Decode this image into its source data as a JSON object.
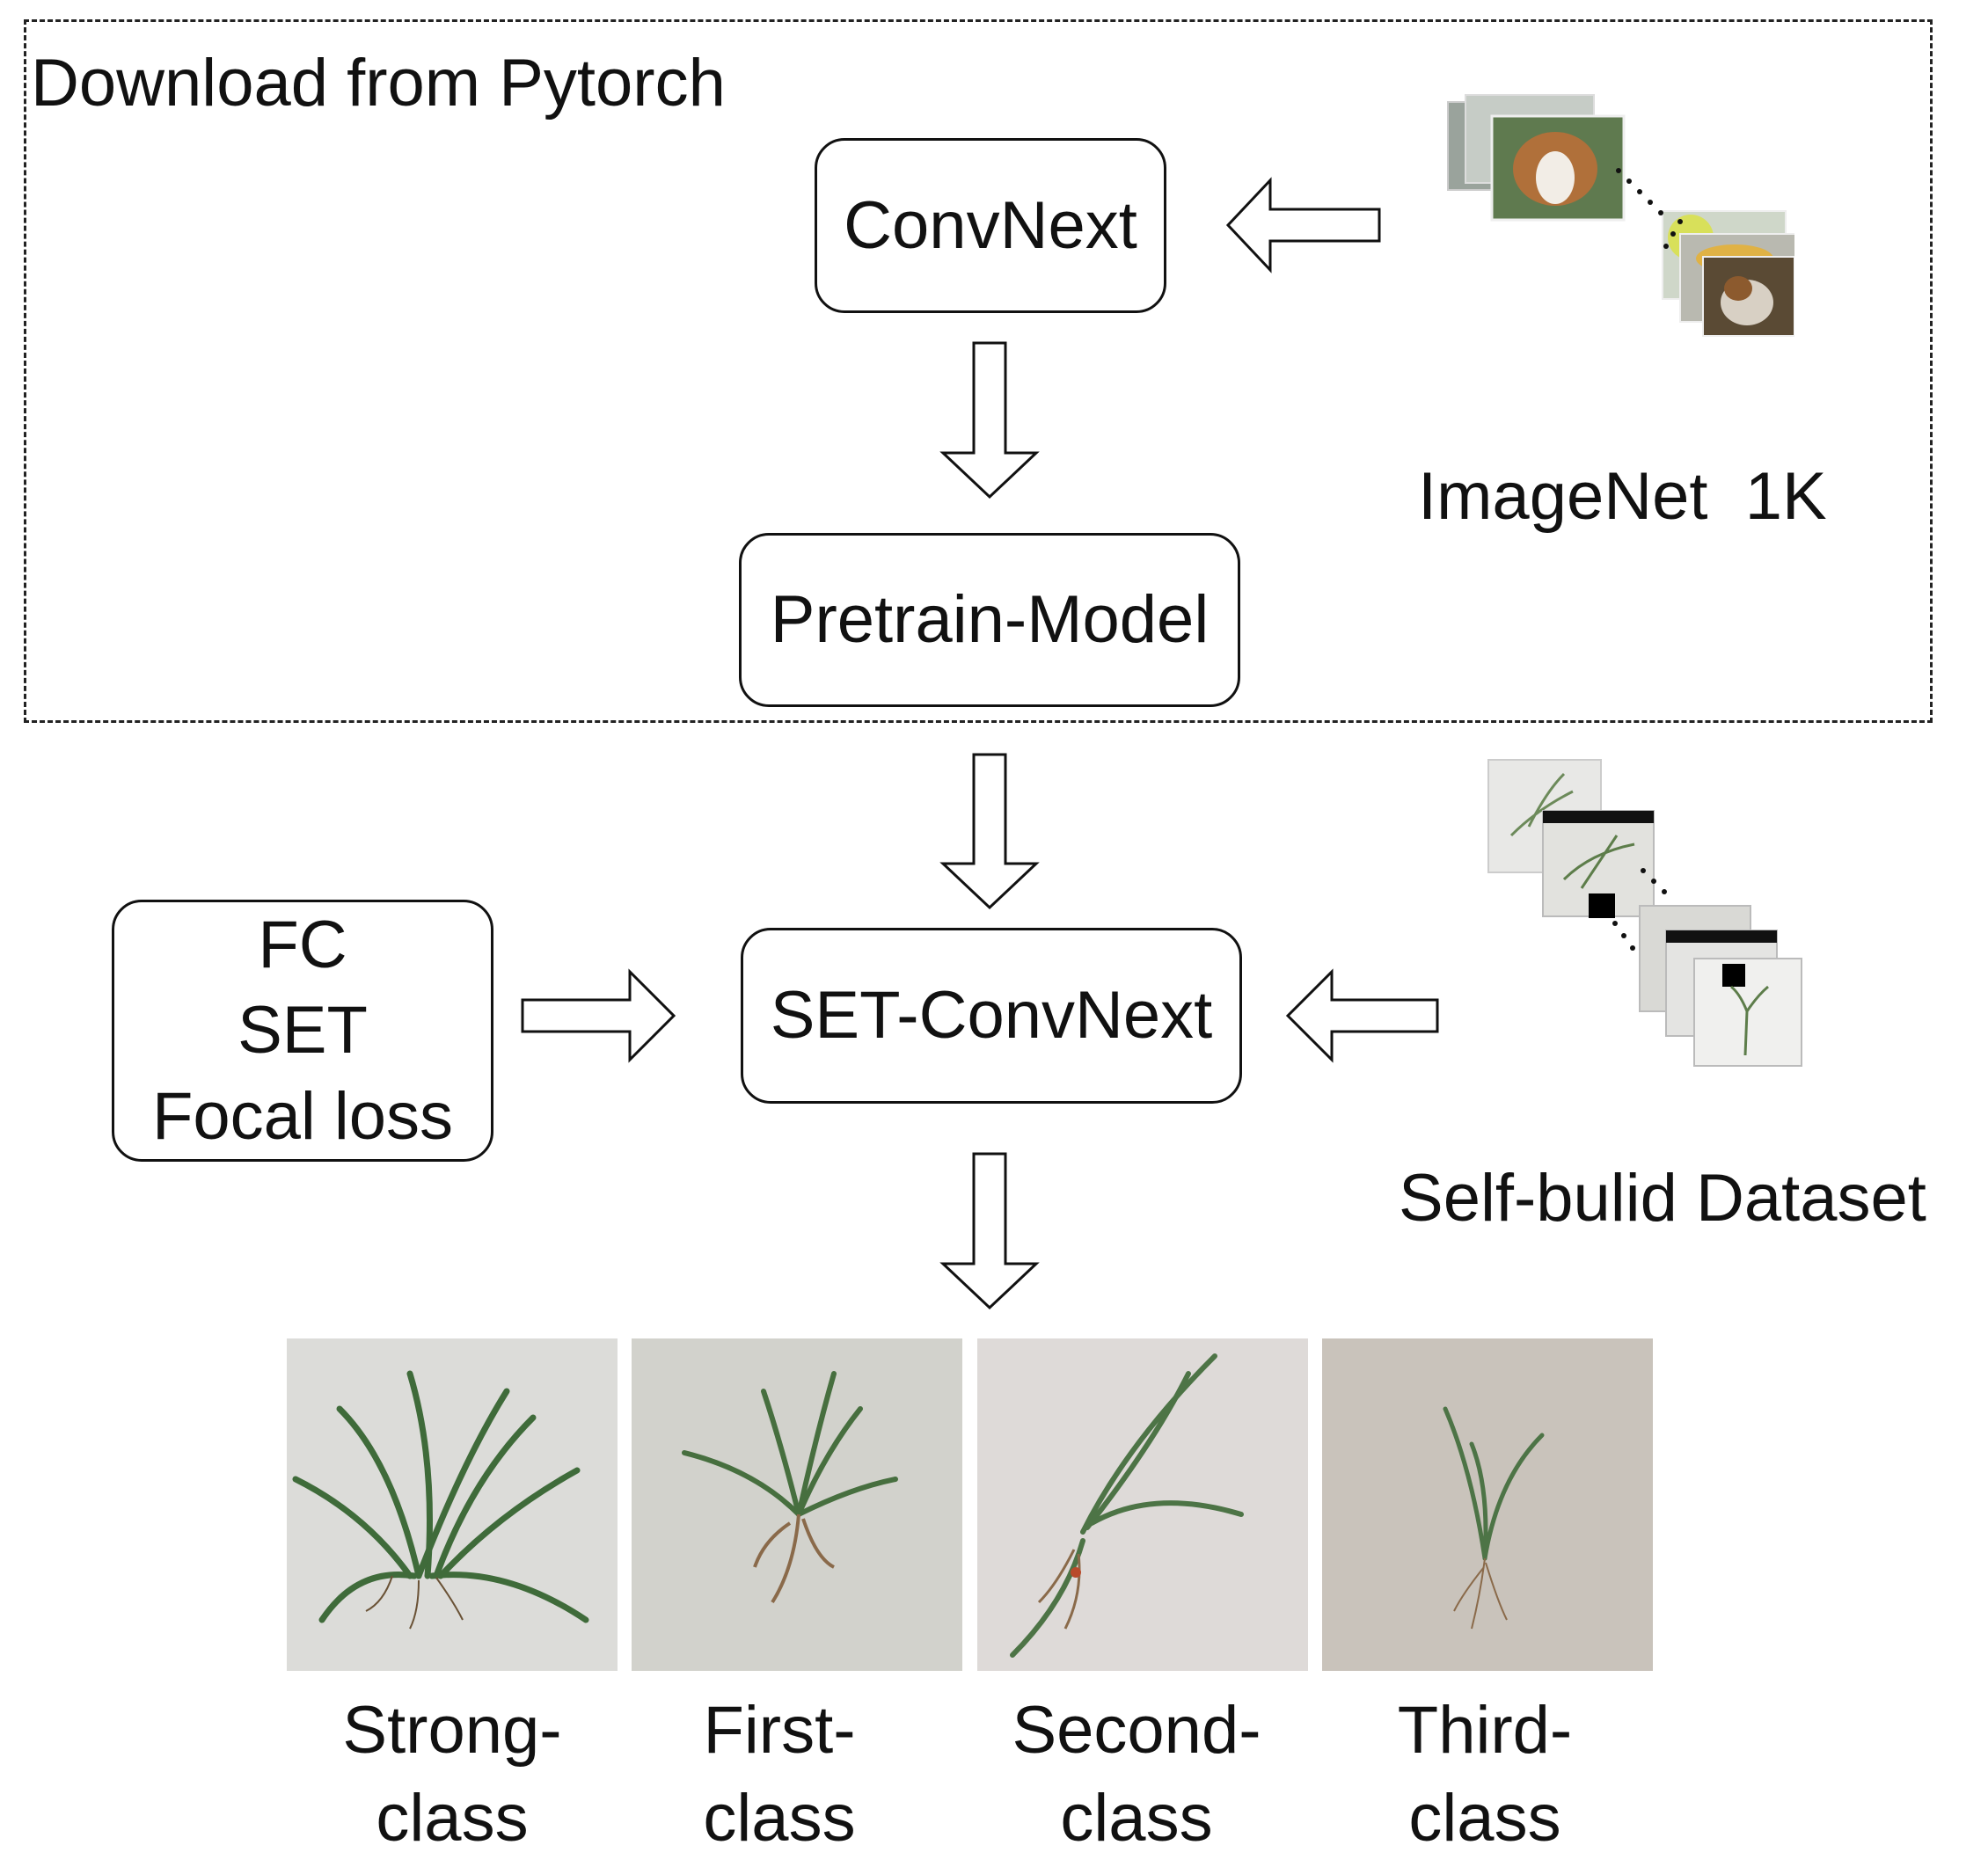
{
  "pretrained_region": {
    "label": "Download from Pytorch"
  },
  "nodes": {
    "convnext": "ConvNext",
    "pretrain_model": "Pretrain-Model",
    "set_convnext": "SET-ConvNext",
    "modules": [
      "FC",
      "SET",
      "Focal loss"
    ]
  },
  "datasets": {
    "imagenet": "ImageNet  1K",
    "self_built": "Self-bulid Dataset"
  },
  "classes": [
    {
      "line1": "Strong-",
      "line2": "class"
    },
    {
      "line1": "First-",
      "line2": "class"
    },
    {
      "line1": "Second-",
      "line2": "class"
    },
    {
      "line1": "Third-",
      "line2": "class"
    }
  ],
  "colors": {
    "stroke": "#111111",
    "leaf": "#3f6b3a",
    "root": "#8a6a4a"
  }
}
